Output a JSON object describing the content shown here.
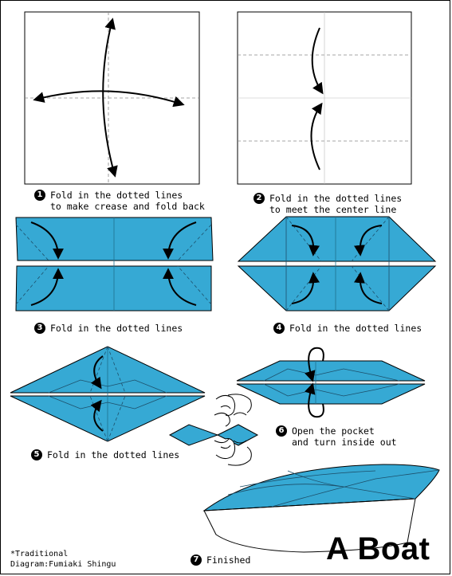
{
  "title": "A Boat",
  "colors": {
    "paper": "#36a9d4",
    "line": "#000000",
    "crease": "#888888"
  },
  "steps": [
    {
      "number": "1",
      "lines": [
        "Fold in the dotted lines",
        "to make crease and fold back"
      ]
    },
    {
      "number": "2",
      "lines": [
        "Fold in the dotted lines",
        "to meet the center line"
      ]
    },
    {
      "number": "3",
      "lines": [
        "Fold in the dotted lines"
      ]
    },
    {
      "number": "4",
      "lines": [
        "Fold in the dotted lines"
      ]
    },
    {
      "number": "5",
      "lines": [
        "Fold in the dotted lines"
      ]
    },
    {
      "number": "6",
      "lines": [
        "Open the pocket",
        "and turn inside out"
      ]
    },
    {
      "number": "7",
      "lines": [
        "Finished"
      ]
    }
  ],
  "credits": [
    "*Traditional",
    "Diagram:Fumiaki Shingu"
  ]
}
